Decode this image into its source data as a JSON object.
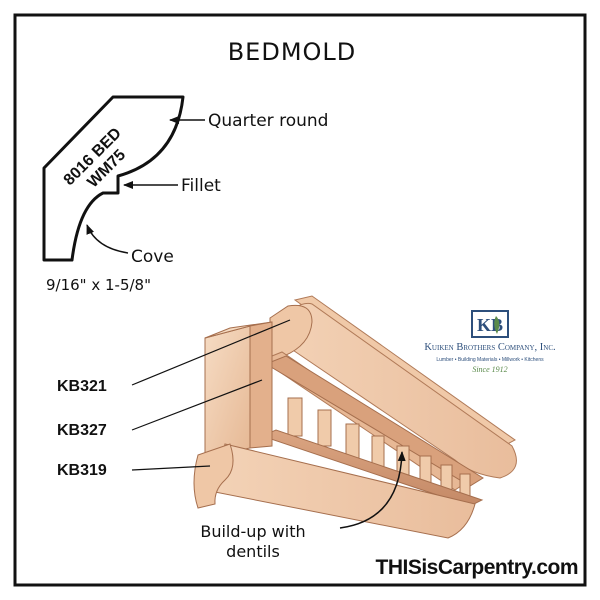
{
  "title": "BEDMOLD",
  "profile": {
    "stamp_line1": "8016 BED",
    "stamp_line2": "WM75",
    "callout_quarter_round": "Quarter round",
    "callout_fillet": "Fillet",
    "callout_cove": "Cove",
    "dimensions": "9/16\" x 1-5/8\""
  },
  "parts": {
    "kb321": "KB321",
    "kb327": "KB327",
    "kb319": "KB319"
  },
  "buildup_line1": "Build-up with",
  "buildup_line2": "dentils",
  "logo": {
    "monogram": "KB",
    "company": "Kuiken Brothers Company, Inc.",
    "tagline": "Lumber • Building Materials • Millwork • Kitchens",
    "since": "Since 1912"
  },
  "site": "THISisCarpentry.com",
  "colors": {
    "wood_light": "#f2cfb0",
    "wood_mid": "#e8b995",
    "wood_dark": "#c98f6c",
    "logo_blue": "#2d4f7c",
    "logo_green": "#5a8a4a"
  }
}
